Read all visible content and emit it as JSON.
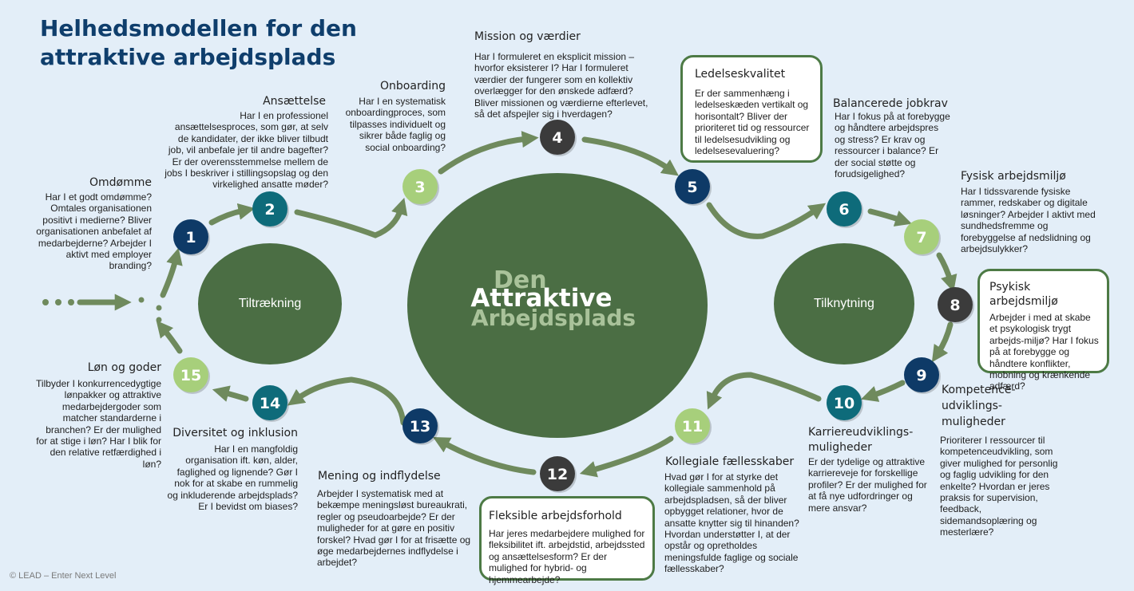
{
  "title": "Helhedsmodellen for den attraktive arbejdsplads",
  "center": {
    "line1": "Den",
    "line2": "Attraktive",
    "line3": "Arbejdsplads"
  },
  "left_circle_label": "Tiltrækning",
  "right_circle_label": "Tilknytning",
  "copyright": "© LEAD – Enter Next Level",
  "colors": {
    "background": "#e3eef8",
    "dark_green": "#4b6e44",
    "arrow_green": "#6f8a5d",
    "navy": "#0e3a67",
    "teal": "#0e6b7a",
    "light_green": "#a7cf7b",
    "charcoal": "#3b3b3b",
    "title_blue": "#0f3e6c"
  },
  "steps": [
    {
      "number": "1",
      "color": "navy",
      "heading": "Omdømme",
      "text": "Har I et godt omdømme? Omtales organisationen positivt i medierne? Bliver organisationen anbefalet af medarbejderne? Arbejder I aktivt med employer branding?"
    },
    {
      "number": "2",
      "color": "teal",
      "heading": "Ansættelse",
      "text": "Har I en professionel ansættelsesproces, som gør, at selv de kandidater, der ikke bliver tilbudt job, vil anbefale jer til andre bagefter? Er der overensstemmelse mellem de jobs I beskriver i stillingsopslag og den virkelighed ansatte møder?"
    },
    {
      "number": "3",
      "color": "light_green",
      "heading": "Onboarding",
      "text": "Har I en systematisk onboardingproces, som tilpasses individuelt og sikrer både faglig og social onboarding?"
    },
    {
      "number": "4",
      "color": "charcoal",
      "heading": "Mission og værdier",
      "text": "Har I formuleret en eksplicit mission – hvorfor eksisterer I? Har I formuleret værdier der fungerer som en kollektiv overlægger for den ønskede adfærd? Bliver missionen og værdierne efterlevet, så det afspejler sig i hverdagen?"
    },
    {
      "number": "5",
      "color": "navy",
      "heading": "Ledelseskvalitet",
      "text": "Er der sammenhæng i ledelseskæden vertikalt og horisontalt? Bliver der prioriteret tid og ressourcer til ledelsesudvikling og ledelsesevaluering?"
    },
    {
      "number": "6",
      "color": "teal",
      "heading": "Balancerede jobkrav",
      "text": "Har I fokus på at forebygge og håndtere arbejdspres og stress? Er krav og ressourcer i balance? Er der social støtte og forudsigelighed?"
    },
    {
      "number": "7",
      "color": "light_green",
      "heading": "Fysisk arbejdsmiljø",
      "text": "Har I tidssvarende fysiske rammer, redskaber og digitale løsninger? Arbejder I aktivt med sundhedsfremme og forebyggelse af nedslidning og arbejdsulykker?"
    },
    {
      "number": "8",
      "color": "charcoal",
      "heading": "Psykisk arbejdsmiljø",
      "text": "Arbejder i med at skabe et psykologisk trygt arbejds-miljø? Har I fokus på at forebygge og håndtere konflikter, mobning og krænkende adfærd?"
    },
    {
      "number": "9",
      "color": "navy",
      "heading": "Kompetence-udviklings-muligheder",
      "text": "Prioriterer I ressourcer til kompetenceudvikling, som giver mulighed for personlig og faglig udvikling for den enkelte? Hvordan er jeres praksis for supervision, feedback, sidemandsoplæring og mesterlære?"
    },
    {
      "number": "10",
      "color": "teal",
      "heading": "Karriereudviklings-muligheder",
      "text": "Er der tydelige og attraktive karriereveje for forskellige profiler? Er der mulighed for at få nye udfordringer og mere ansvar?"
    },
    {
      "number": "11",
      "color": "light_green",
      "heading": "Kollegiale fællesskaber",
      "text": "Hvad gør I for at styrke det kollegiale sammenhold på arbejdspladsen, så der bliver opbygget relationer, hvor de ansatte knytter sig til hinanden? Hvordan understøtter I, at der opstår og opretholdes meningsfulde faglige og sociale fællesskaber?"
    },
    {
      "number": "12",
      "color": "charcoal",
      "heading": "Fleksible arbejdsforhold",
      "text": "Har jeres medarbejdere mulighed for fleksibilitet ift. arbejdstid, arbejdssted og ansættelsesform? Er der mulighed for hybrid- og hjemmearbejde?"
    },
    {
      "number": "13",
      "color": "navy",
      "heading": "Mening og indflydelse",
      "text": "Arbejder I systematisk med at bekæmpe meningsløst bureaukrati, regler og pseudoarbejde? Er der muligheder for at gøre en positiv forskel? Hvad gør I for at frisætte og øge medarbejdernes indflydelse i arbejdet?"
    },
    {
      "number": "14",
      "color": "teal",
      "heading": "Diversitet og inklusion",
      "text": "Har I en mangfoldig organisation ift. køn, alder, faglighed og lignende? Gør I nok for at skabe en rummelig og inkluderende arbejdsplads? Er I bevidst om biases?"
    },
    {
      "number": "15",
      "color": "light_green",
      "heading": "Løn og goder",
      "text": "Tilbyder I konkurrencedygtige lønpakker og attraktive medarbejdergoder som matcher standarderne i branchen? Er der mulighed for at stige i løn? Har I blik for den relative retfærdighed i løn?"
    }
  ]
}
